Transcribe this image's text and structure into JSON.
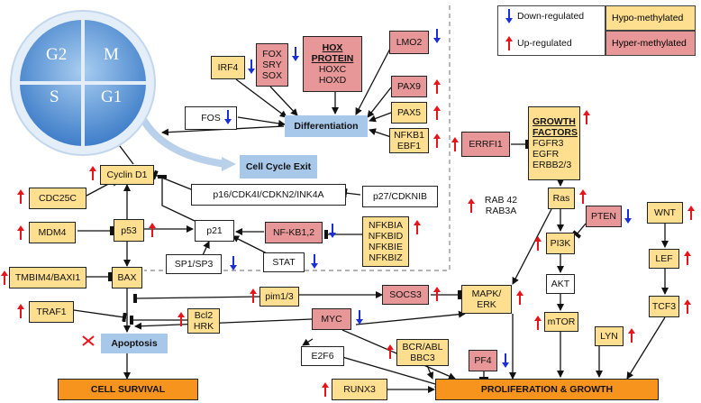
{
  "legend": {
    "down_label": "Down-regulated",
    "up_label": "Up-regulated",
    "hypo_label": "Hypo-methylated",
    "hyper_label": "Hyper-methylated"
  },
  "cell_cycle": {
    "g2": "G2",
    "m": "M",
    "s": "S",
    "g1": "G1"
  },
  "nodes": {
    "irf4": "IRF4",
    "fos_sry": [
      "FOX",
      "SRY",
      "SOX"
    ],
    "hox": [
      "HOX",
      "PROTEIN",
      "HOXC",
      "HOXD"
    ],
    "lmo2": "LMO2",
    "pax9": "PAX9",
    "pax5": "PAX5",
    "nfkb1_ebf1": [
      "NFKB1",
      "EBF1"
    ],
    "fos": "FOS",
    "differentiation": "Differentiation",
    "cell_cycle_exit": "Cell Cycle Exit",
    "cyclin_d1": "Cyclin D1",
    "cdc25c": "CDC25C",
    "mdm4": "MDM4",
    "p53": "p53",
    "p16": "p16/CDK4I/CDKN2/INK4A",
    "p27": "p27/CDKNIB",
    "p21": "p21",
    "nfkb12": "NF-KB1,2",
    "nfkbi": [
      "NFKBIA",
      "NFKBID",
      "NFKBIE",
      "NFKBIZ"
    ],
    "sp1": "SP1/SP3",
    "stat": "STAT",
    "tmbim4": "TMBIM4/BAXI1",
    "bax": "BAX",
    "traf1": "TRAF1",
    "pim13": "pim1/3",
    "socs3": "SOCS3",
    "bcl2_hrk": [
      "Bcl2",
      "HRK"
    ],
    "myc": "MYC",
    "apoptosis": "Apoptosis",
    "e2f6": "E2F6",
    "runx3": "RUNX3",
    "cell_survival": "CELL SURVIVAL",
    "growth": [
      "GROWTH",
      "FACTORS",
      "FGFR3",
      "EGFR",
      "ERBB2/3"
    ],
    "errfi1": "ERRFI1",
    "rab": [
      "RAB 42",
      "RAB3A"
    ],
    "ras": "Ras",
    "pten": "PTEN",
    "wnt": "WNT",
    "pi3k": "PI3K",
    "lef": "LEF",
    "akt": "AKT",
    "mapk_erk": [
      "MAPK/",
      "ERK"
    ],
    "bcr_abl": [
      "BCR/ABL",
      "BBC3"
    ],
    "pf4": "PF4",
    "mtor": "mTOR",
    "lyn": "LYN",
    "tcf3": "TCF3",
    "proliferation": "PROLIFERATION & GROWTH"
  },
  "colors": {
    "hypo": "#fddf8f",
    "hyper": "#e79797",
    "process": "#a8c8ea",
    "outcome": "#f7941d",
    "up_arrow": "#e8141b",
    "down_arrow": "#1b2fd6"
  }
}
